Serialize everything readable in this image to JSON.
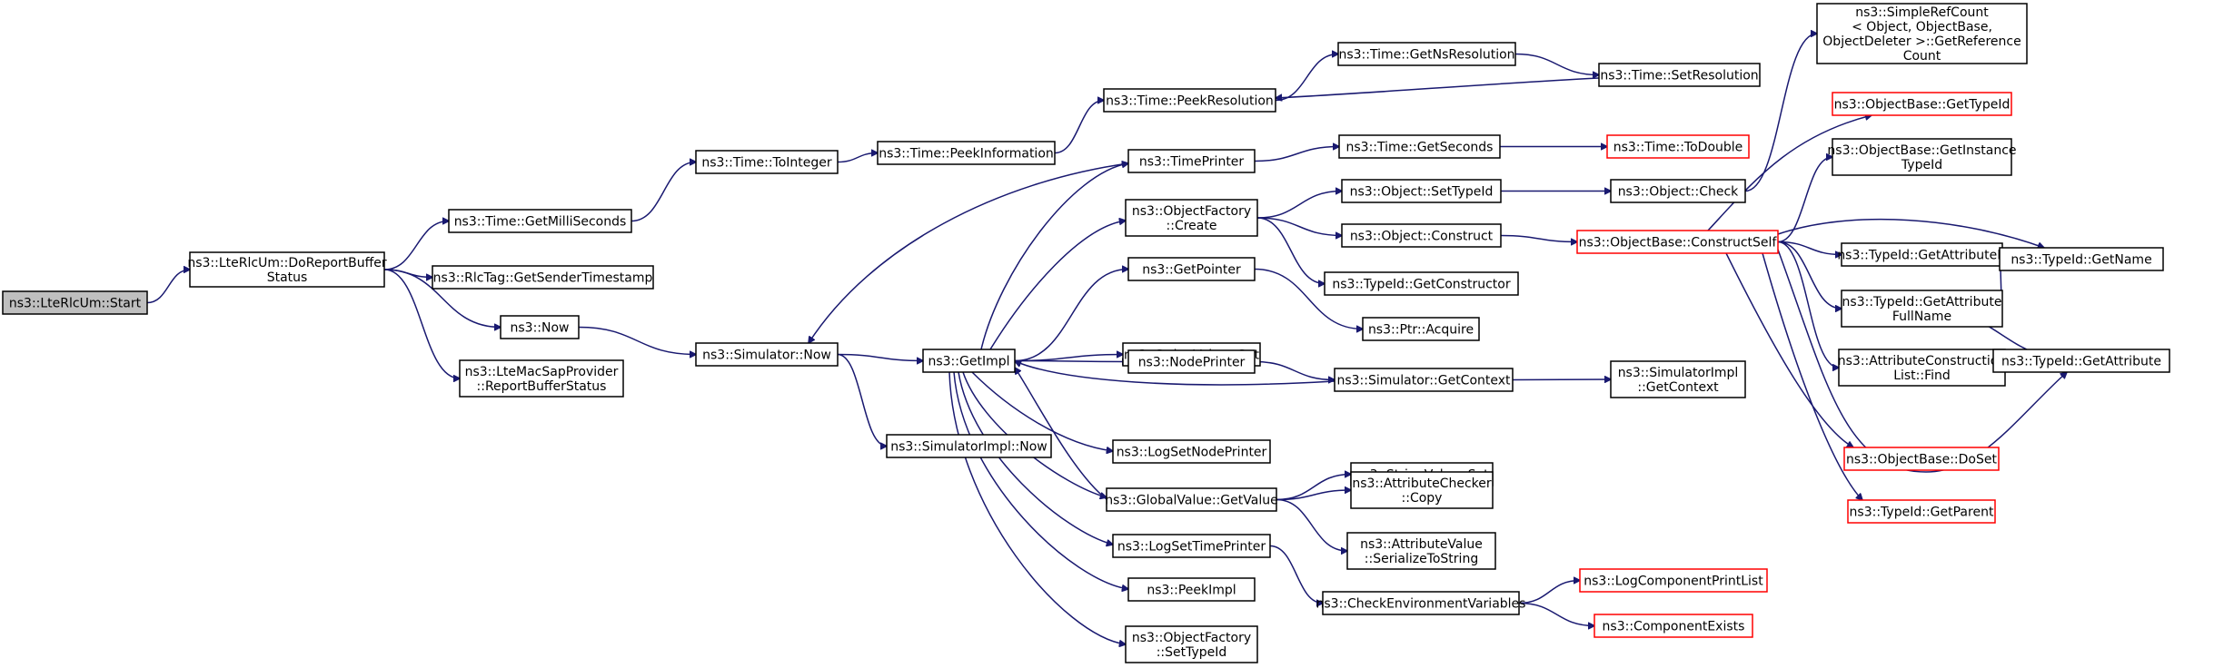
{
  "nodes": [
    {
      "id": "root",
      "lines": [
        "ns3::LteRlcUm::Start"
      ],
      "style": "root"
    },
    {
      "id": "doreport",
      "lines": [
        "ns3::LteRlcUm::DoReportBuffer",
        "Status"
      ],
      "style": "normal"
    },
    {
      "id": "getmilli",
      "lines": [
        "ns3::Time::GetMilliSeconds"
      ],
      "style": "normal"
    },
    {
      "id": "rlctag",
      "lines": [
        "ns3::RlcTag::GetSenderTimestamp"
      ],
      "style": "normal"
    },
    {
      "id": "now",
      "lines": [
        "ns3::Now"
      ],
      "style": "normal"
    },
    {
      "id": "macsap",
      "lines": [
        "ns3::LteMacSapProvider",
        "::ReportBufferStatus"
      ],
      "style": "normal"
    },
    {
      "id": "tointeger",
      "lines": [
        "ns3::Time::ToInteger"
      ],
      "style": "normal"
    },
    {
      "id": "peekinfo",
      "lines": [
        "ns3::Time::PeekInformation"
      ],
      "style": "normal"
    },
    {
      "id": "peekres",
      "lines": [
        "ns3::Time::PeekResolution"
      ],
      "style": "normal"
    },
    {
      "id": "getnsres",
      "lines": [
        "ns3::Time::GetNsResolution"
      ],
      "style": "normal"
    },
    {
      "id": "setres",
      "lines": [
        "ns3::Time::SetResolution"
      ],
      "style": "normal"
    },
    {
      "id": "simnow",
      "lines": [
        "ns3::Simulator::Now"
      ],
      "style": "normal"
    },
    {
      "id": "getimpl",
      "lines": [
        "ns3::GetImpl"
      ],
      "style": "normal"
    },
    {
      "id": "simimplnow",
      "lines": [
        "ns3::SimulatorImpl::Now"
      ],
      "style": "normal"
    },
    {
      "id": "timeprinter",
      "lines": [
        "ns3::TimePrinter"
      ],
      "style": "normal"
    },
    {
      "id": "ofcreate",
      "lines": [
        "ns3::ObjectFactory",
        "::Create"
      ],
      "style": "normal"
    },
    {
      "id": "getpointer",
      "lines": [
        "ns3::GetPointer"
      ],
      "style": "normal"
    },
    {
      "id": "strvalget",
      "lines": [
        "ns3::StringValue::Get"
      ],
      "style": "normal"
    },
    {
      "id": "nodeprinter",
      "lines": [
        "ns3::NodePrinter"
      ],
      "style": "normal"
    },
    {
      "id": "logsetnode",
      "lines": [
        "ns3::LogSetNodePrinter"
      ],
      "style": "normal"
    },
    {
      "id": "gvgetvalue",
      "lines": [
        "ns3::GlobalValue::GetValue"
      ],
      "style": "normal"
    },
    {
      "id": "logsettime",
      "lines": [
        "ns3::LogSetTimePrinter"
      ],
      "style": "normal"
    },
    {
      "id": "peekimpl",
      "lines": [
        "ns3::PeekImpl"
      ],
      "style": "normal"
    },
    {
      "id": "ofsettypeid",
      "lines": [
        "ns3::ObjectFactory",
        "::SetTypeId"
      ],
      "style": "normal"
    },
    {
      "id": "getseconds",
      "lines": [
        "ns3::Time::GetSeconds"
      ],
      "style": "normal"
    },
    {
      "id": "todouble",
      "lines": [
        "ns3::Time::ToDouble"
      ],
      "style": "red"
    },
    {
      "id": "objsettypeid",
      "lines": [
        "ns3::Object::SetTypeId"
      ],
      "style": "normal"
    },
    {
      "id": "objconstruct",
      "lines": [
        "ns3::Object::Construct"
      ],
      "style": "normal"
    },
    {
      "id": "getconstructor",
      "lines": [
        "ns3::TypeId::GetConstructor"
      ],
      "style": "normal"
    },
    {
      "id": "ptracquire",
      "lines": [
        "ns3::Ptr::Acquire"
      ],
      "style": "normal"
    },
    {
      "id": "simgetcontext",
      "lines": [
        "ns3::Simulator::GetContext"
      ],
      "style": "normal"
    },
    {
      "id": "strvalset",
      "lines": [
        "ns3::StringValue::Set"
      ],
      "style": "normal"
    },
    {
      "id": "acheckercopy",
      "lines": [
        "ns3::AttributeChecker",
        "::Copy"
      ],
      "style": "normal"
    },
    {
      "id": "avserialize",
      "lines": [
        "ns3::AttributeValue",
        "::SerializeToString"
      ],
      "style": "normal"
    },
    {
      "id": "checkenv",
      "lines": [
        "ns3::CheckEnvironmentVariables"
      ],
      "style": "normal"
    },
    {
      "id": "objcheck",
      "lines": [
        "ns3::Object::Check"
      ],
      "style": "normal"
    },
    {
      "id": "obconstructself",
      "lines": [
        "ns3::ObjectBase::ConstructSelf"
      ],
      "style": "red"
    },
    {
      "id": "simimplgetcontext",
      "lines": [
        "ns3::SimulatorImpl",
        "::GetContext"
      ],
      "style": "normal"
    },
    {
      "id": "logcompprint",
      "lines": [
        "ns3::LogComponentPrintList"
      ],
      "style": "red"
    },
    {
      "id": "compexists",
      "lines": [
        "ns3::ComponentExists"
      ],
      "style": "red"
    },
    {
      "id": "simplerefcount",
      "lines": [
        "ns3::SimpleRefCount",
        "< Object, ObjectBase,",
        "ObjectDeleter >::GetReference",
        "Count"
      ],
      "style": "normal"
    },
    {
      "id": "obgettypeid",
      "lines": [
        "ns3::ObjectBase::GetTypeId"
      ],
      "style": "red"
    },
    {
      "id": "obgetinstance",
      "lines": [
        "ns3::ObjectBase::GetInstance",
        "TypeId"
      ],
      "style": "normal"
    },
    {
      "id": "tidgetattrn",
      "lines": [
        "ns3::TypeId::GetAttributeN"
      ],
      "style": "normal"
    },
    {
      "id": "tidgetattrfull",
      "lines": [
        "ns3::TypeId::GetAttribute",
        "FullName"
      ],
      "style": "normal"
    },
    {
      "id": "acfind",
      "lines": [
        "ns3::AttributeConstruction",
        "List::Find"
      ],
      "style": "normal"
    },
    {
      "id": "obdoset",
      "lines": [
        "ns3::ObjectBase::DoSet"
      ],
      "style": "red"
    },
    {
      "id": "tidgetparent",
      "lines": [
        "ns3::TypeId::GetParent"
      ],
      "style": "red"
    },
    {
      "id": "tidgetname",
      "lines": [
        "ns3::TypeId::GetName"
      ],
      "style": "normal"
    },
    {
      "id": "tidgetattr",
      "lines": [
        "ns3::TypeId::GetAttribute"
      ],
      "style": "normal"
    }
  ],
  "edges": [
    [
      "root",
      "doreport"
    ],
    [
      "doreport",
      "getmilli"
    ],
    [
      "doreport",
      "rlctag"
    ],
    [
      "doreport",
      "now"
    ],
    [
      "doreport",
      "macsap"
    ],
    [
      "getmilli",
      "tointeger"
    ],
    [
      "tointeger",
      "peekinfo"
    ],
    [
      "peekinfo",
      "peekres"
    ],
    [
      "peekres",
      "getnsres"
    ],
    [
      "getnsres",
      "setres"
    ],
    [
      "setres",
      "peekres"
    ],
    [
      "now",
      "simnow"
    ],
    [
      "simnow",
      "getimpl"
    ],
    [
      "simnow",
      "simimplnow"
    ],
    [
      "getimpl",
      "timeprinter"
    ],
    [
      "getimpl",
      "ofcreate"
    ],
    [
      "getimpl",
      "getpointer"
    ],
    [
      "getimpl",
      "strvalget"
    ],
    [
      "getimpl",
      "nodeprinter"
    ],
    [
      "getimpl",
      "logsetnode"
    ],
    [
      "getimpl",
      "gvgetvalue"
    ],
    [
      "getimpl",
      "logsettime"
    ],
    [
      "getimpl",
      "peekimpl"
    ],
    [
      "getimpl",
      "ofsettypeid"
    ],
    [
      "timeprinter",
      "simnow"
    ],
    [
      "timeprinter",
      "getseconds"
    ],
    [
      "getseconds",
      "todouble"
    ],
    [
      "ofcreate",
      "objsettypeid"
    ],
    [
      "ofcreate",
      "objconstruct"
    ],
    [
      "ofcreate",
      "getconstructor"
    ],
    [
      "getpointer",
      "ptracquire"
    ],
    [
      "nodeprinter",
      "simgetcontext"
    ],
    [
      "simgetcontext",
      "getimpl"
    ],
    [
      "simgetcontext",
      "simimplgetcontext"
    ],
    [
      "gvgetvalue",
      "strvalset"
    ],
    [
      "gvgetvalue",
      "acheckercopy"
    ],
    [
      "gvgetvalue",
      "avserialize"
    ],
    [
      "gvgetvalue",
      "getimpl"
    ],
    [
      "logsettime",
      "checkenv"
    ],
    [
      "checkenv",
      "logcompprint"
    ],
    [
      "checkenv",
      "compexists"
    ],
    [
      "objsettypeid",
      "objcheck"
    ],
    [
      "objcheck",
      "simplerefcount"
    ],
    [
      "objconstruct",
      "obconstructself"
    ],
    [
      "obconstructself",
      "obgettypeid"
    ],
    [
      "obconstructself",
      "obgetinstance"
    ],
    [
      "obconstructself",
      "tidgetattrn"
    ],
    [
      "obconstructself",
      "tidgetattrfull"
    ],
    [
      "obconstructself",
      "acfind"
    ],
    [
      "obconstructself",
      "obdoset"
    ],
    [
      "obconstructself",
      "tidgetparent"
    ],
    [
      "obconstructself",
      "tidgetname"
    ],
    [
      "obconstructself",
      "tidgetattr"
    ],
    [
      "tidgetattrfull",
      "tidgetname"
    ],
    [
      "tidgetattrfull",
      "tidgetattr"
    ]
  ],
  "colors": {
    "edge": "#191970",
    "node_border": "#000000",
    "red_border": "#ff0000",
    "root_fill": "#bfbfbf"
  }
}
